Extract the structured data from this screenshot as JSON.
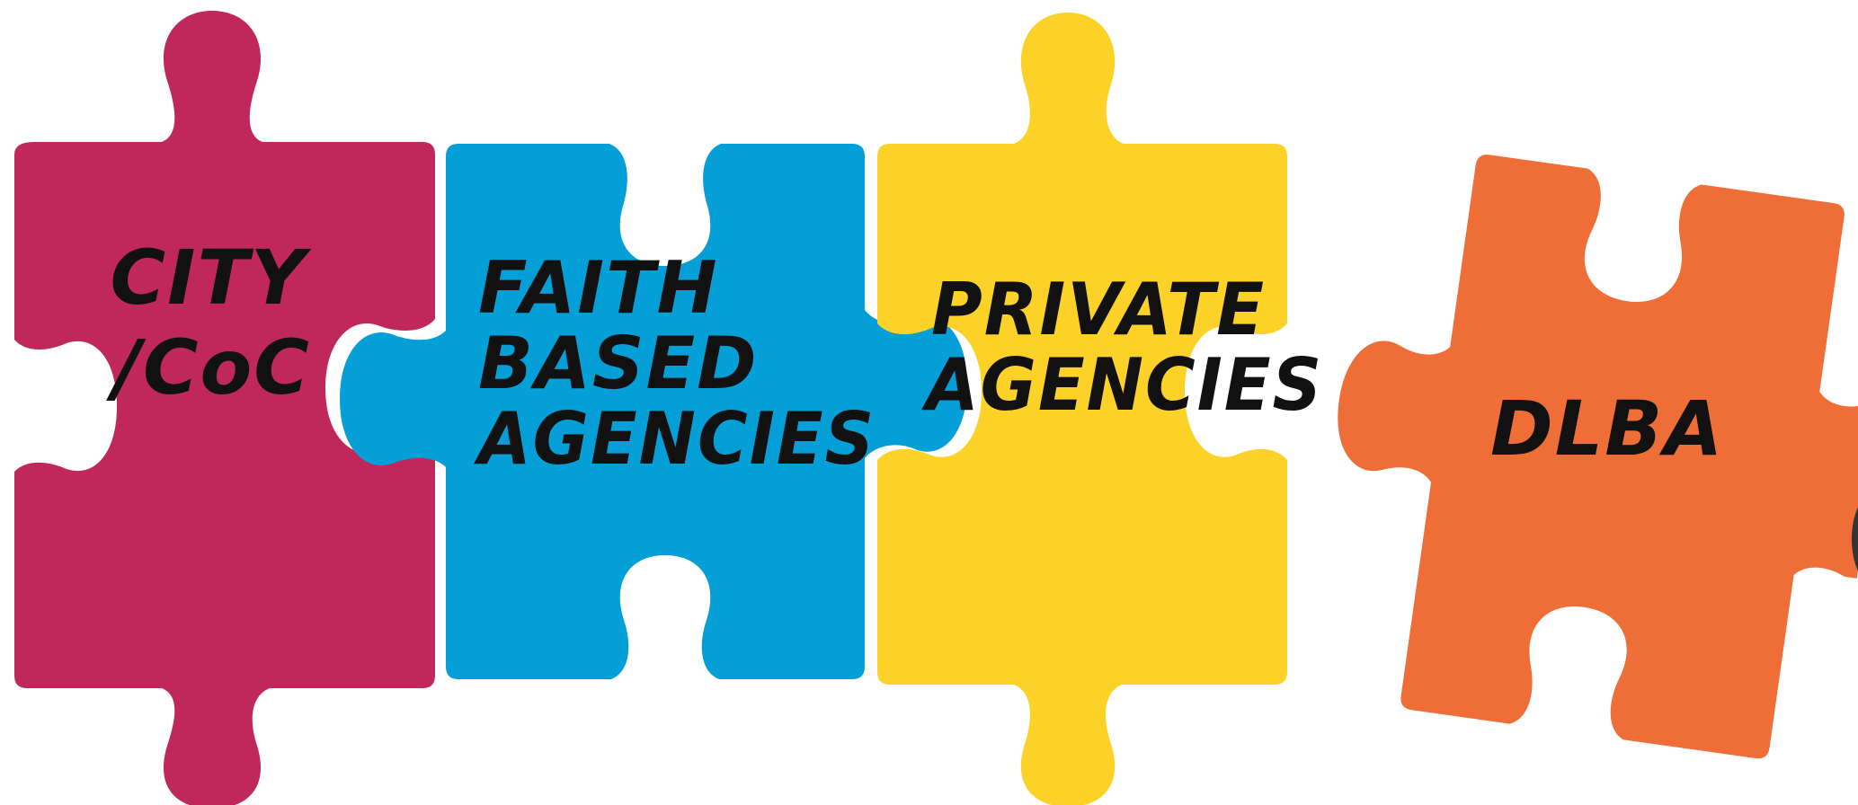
{
  "pieces": [
    {
      "id": "city",
      "lines": [
        "CITY",
        "/CoC"
      ],
      "color": "#C0285C"
    },
    {
      "id": "faith",
      "lines": [
        "FAITH",
        "BASED",
        "AGENCIES"
      ],
      "color": "#049FD6"
    },
    {
      "id": "private",
      "lines": [
        "PRIVATE",
        "AGENCIES"
      ],
      "color": "#FCD228"
    },
    {
      "id": "dlba",
      "lines": [
        "DLBA"
      ],
      "color": "#EF6E37"
    }
  ]
}
